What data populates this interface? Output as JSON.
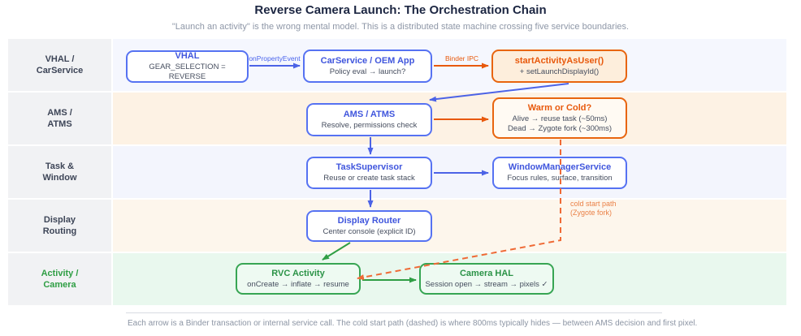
{
  "title": "Reverse Camera Launch: The Orchestration Chain",
  "subtitle": "\"Launch an activity\" is the wrong mental model. This is a distributed state machine crossing five service boundaries.",
  "lanes": [
    {
      "line1": "VHAL /",
      "line2": "CarService"
    },
    {
      "line1": "AMS /",
      "line2": "ATMS"
    },
    {
      "line1": "Task &",
      "line2": "Window"
    },
    {
      "line1": "Display",
      "line2": "Routing"
    },
    {
      "line1": "Activity /",
      "line2": "Camera"
    }
  ],
  "nodes": {
    "vhal": {
      "title": "VHAL",
      "body": "GEAR_SELECTION = REVERSE"
    },
    "carservice": {
      "title": "CarService / OEM App",
      "body": "Policy eval → launch?"
    },
    "sau": {
      "title": "startActivityAsUser()",
      "body": "+ setLaunchDisplayId()"
    },
    "ams": {
      "title": "AMS / ATMS",
      "body": "Resolve, permissions check"
    },
    "warm": {
      "title": "Warm or Cold?",
      "body1": "Alive → reuse task (~50ms)",
      "body2": "Dead → Zygote fork (~300ms)"
    },
    "tasksup": {
      "title": "TaskSupervisor",
      "body": "Reuse or create task stack"
    },
    "wms": {
      "title": "WindowManagerService",
      "body": "Focus rules, surface, transition"
    },
    "display": {
      "title": "Display Router",
      "body": "Center console (explicit ID)"
    },
    "rvc": {
      "title": "RVC Activity",
      "body": "onCreate → inflate → resume"
    },
    "camhal": {
      "title": "Camera HAL",
      "body": "Session open → stream → pixels ✓"
    }
  },
  "edge_labels": {
    "on_property_event": "onPropertyEvent",
    "binder_ipc": "Binder IPC",
    "cold_start_line1": "cold start path",
    "cold_start_line2": "(Zygote fork)"
  },
  "footer": "Each arrow is a Binder transaction or internal service call. The cold start path (dashed) is where 800ms typically hides — between AMS decision and first pixel.",
  "colors": {
    "blue": "#4056dd",
    "blue_border": "#5672f2",
    "orange": "#e8590c",
    "green": "#2f9e44",
    "dashed_orange": "#ef6a36",
    "lane_label_bg": "#f1f2f4",
    "row_tints": [
      "#f5f7fe",
      "#fdf2e4",
      "#f3f5fd",
      "#fdf6ec",
      "#e9f8ee"
    ]
  }
}
